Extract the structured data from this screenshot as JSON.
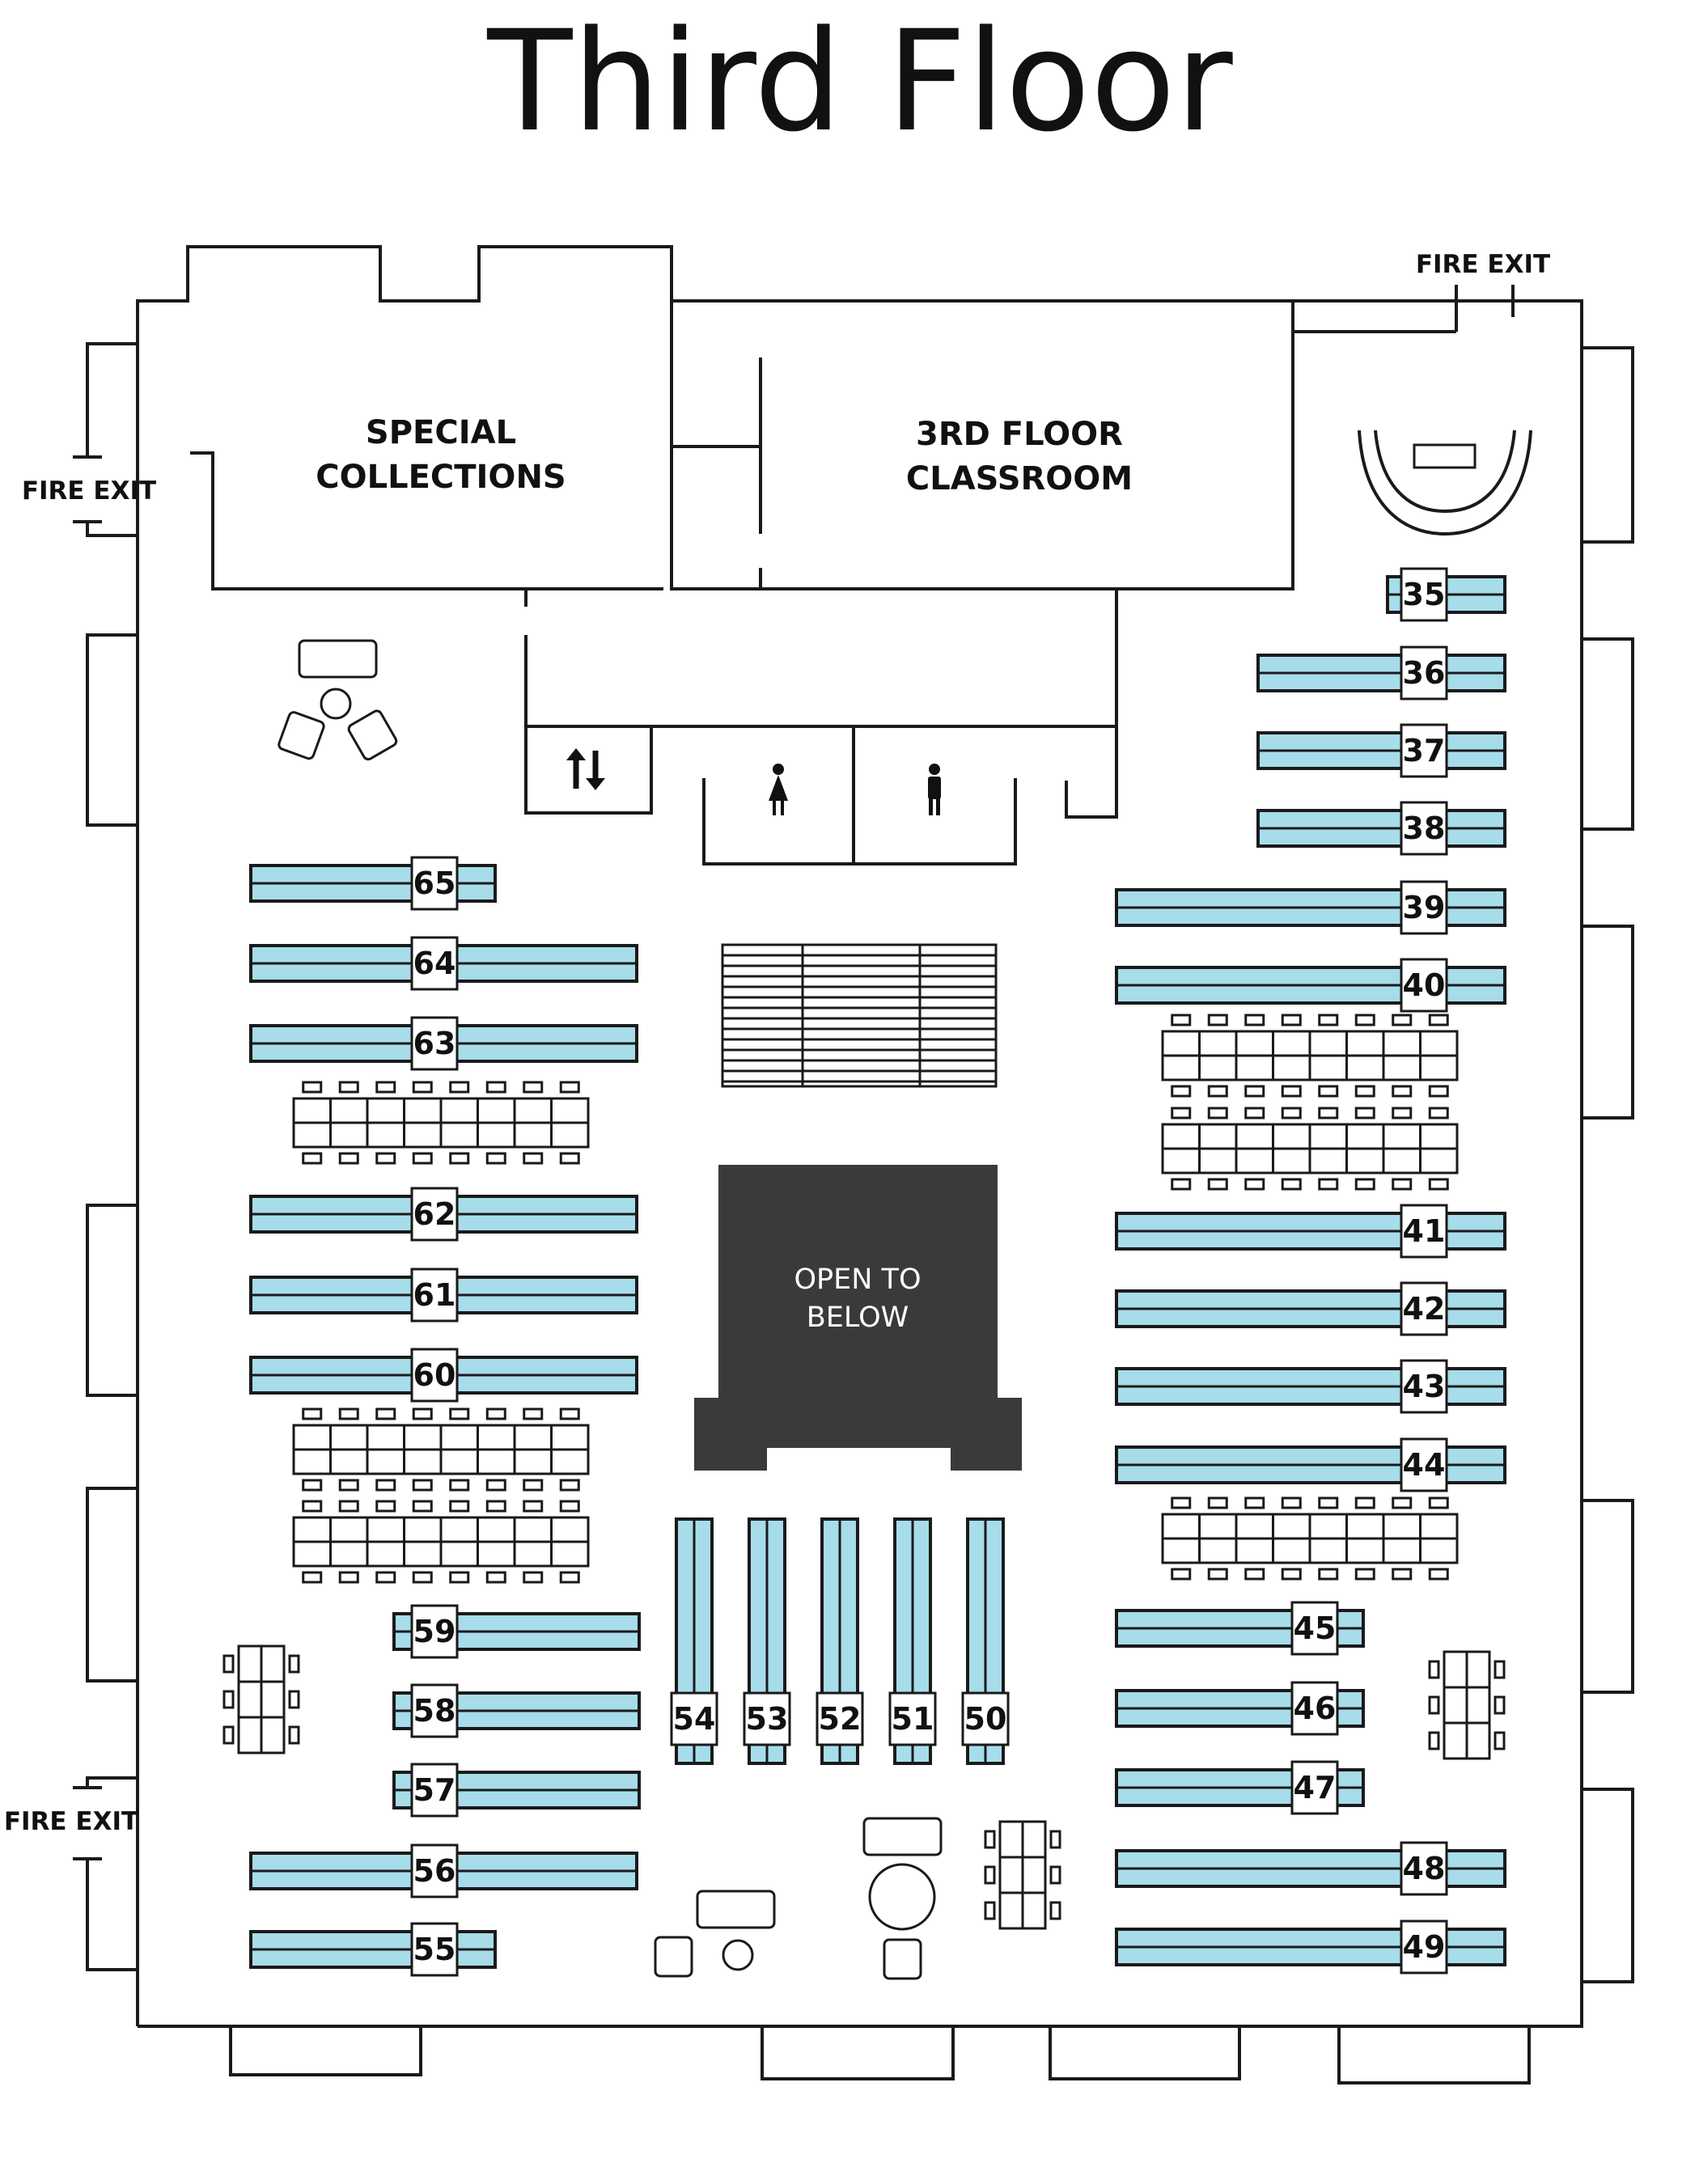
{
  "title": "Third Floor",
  "rooms": {
    "special_collections": [
      "SPECIAL",
      "COLLECTIONS"
    ],
    "classroom": [
      "3RD FLOOR",
      "CLASSROOM"
    ],
    "open_to_below": [
      "OPEN TO",
      "BELOW"
    ]
  },
  "fire_exits": [
    "FIRE EXIT",
    "FIRE EXIT",
    "FIRE EXIT"
  ],
  "icons": {
    "elevator": "up-down-arrows-icon",
    "womens_restroom": "woman-icon",
    "mens_restroom": "man-icon"
  },
  "colors": {
    "shelf": "#a7dcea",
    "open_area": "#3a3a3a"
  },
  "stacks": [
    "35",
    "36",
    "37",
    "38",
    "39",
    "40",
    "41",
    "42",
    "43",
    "44",
    "45",
    "46",
    "47",
    "48",
    "49",
    "50",
    "51",
    "52",
    "53",
    "54",
    "55",
    "56",
    "57",
    "58",
    "59",
    "60",
    "61",
    "62",
    "63",
    "64",
    "65"
  ]
}
